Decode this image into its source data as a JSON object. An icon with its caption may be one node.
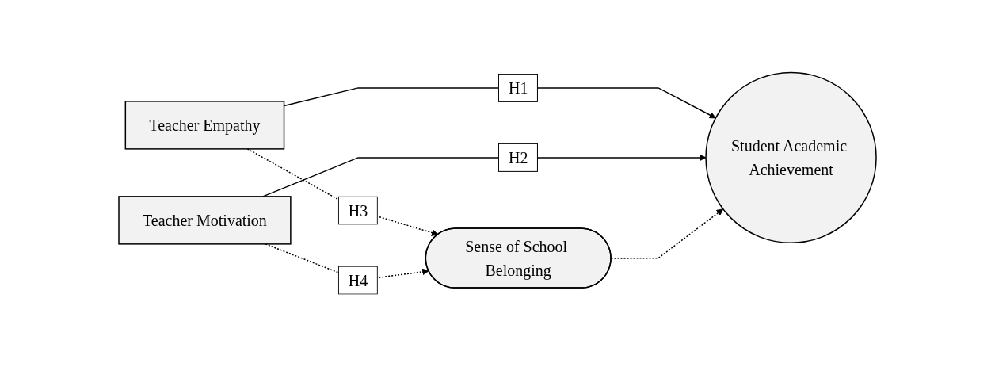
{
  "diagram": {
    "nodes": [
      {
        "text": [
          "Teacher Empathy"
        ]
      },
      {
        "text": [
          "Teacher Motivation"
        ]
      },
      {
        "text": [
          "Sense of School Belonging"
        ]
      },
      {
        "text": [
          "Student Academic Achievement"
        ]
      }
    ],
    "edges": [
      {
        "from": 0,
        "to": 3,
        "arrow": "to",
        "label": "H1"
      },
      {
        "from": 1,
        "to": 3,
        "arrow": "to",
        "label": "H2"
      },
      {
        "from": 0,
        "to": 2,
        "arrow": "to",
        "label": "H3",
        "style": "dashed"
      },
      {
        "from": 1,
        "to": 2,
        "arrow": "to",
        "label": "H4",
        "style": "dashed"
      },
      {
        "from": 2,
        "to": 3,
        "arrow": "to",
        "style": "dashed"
      }
    ]
  }
}
